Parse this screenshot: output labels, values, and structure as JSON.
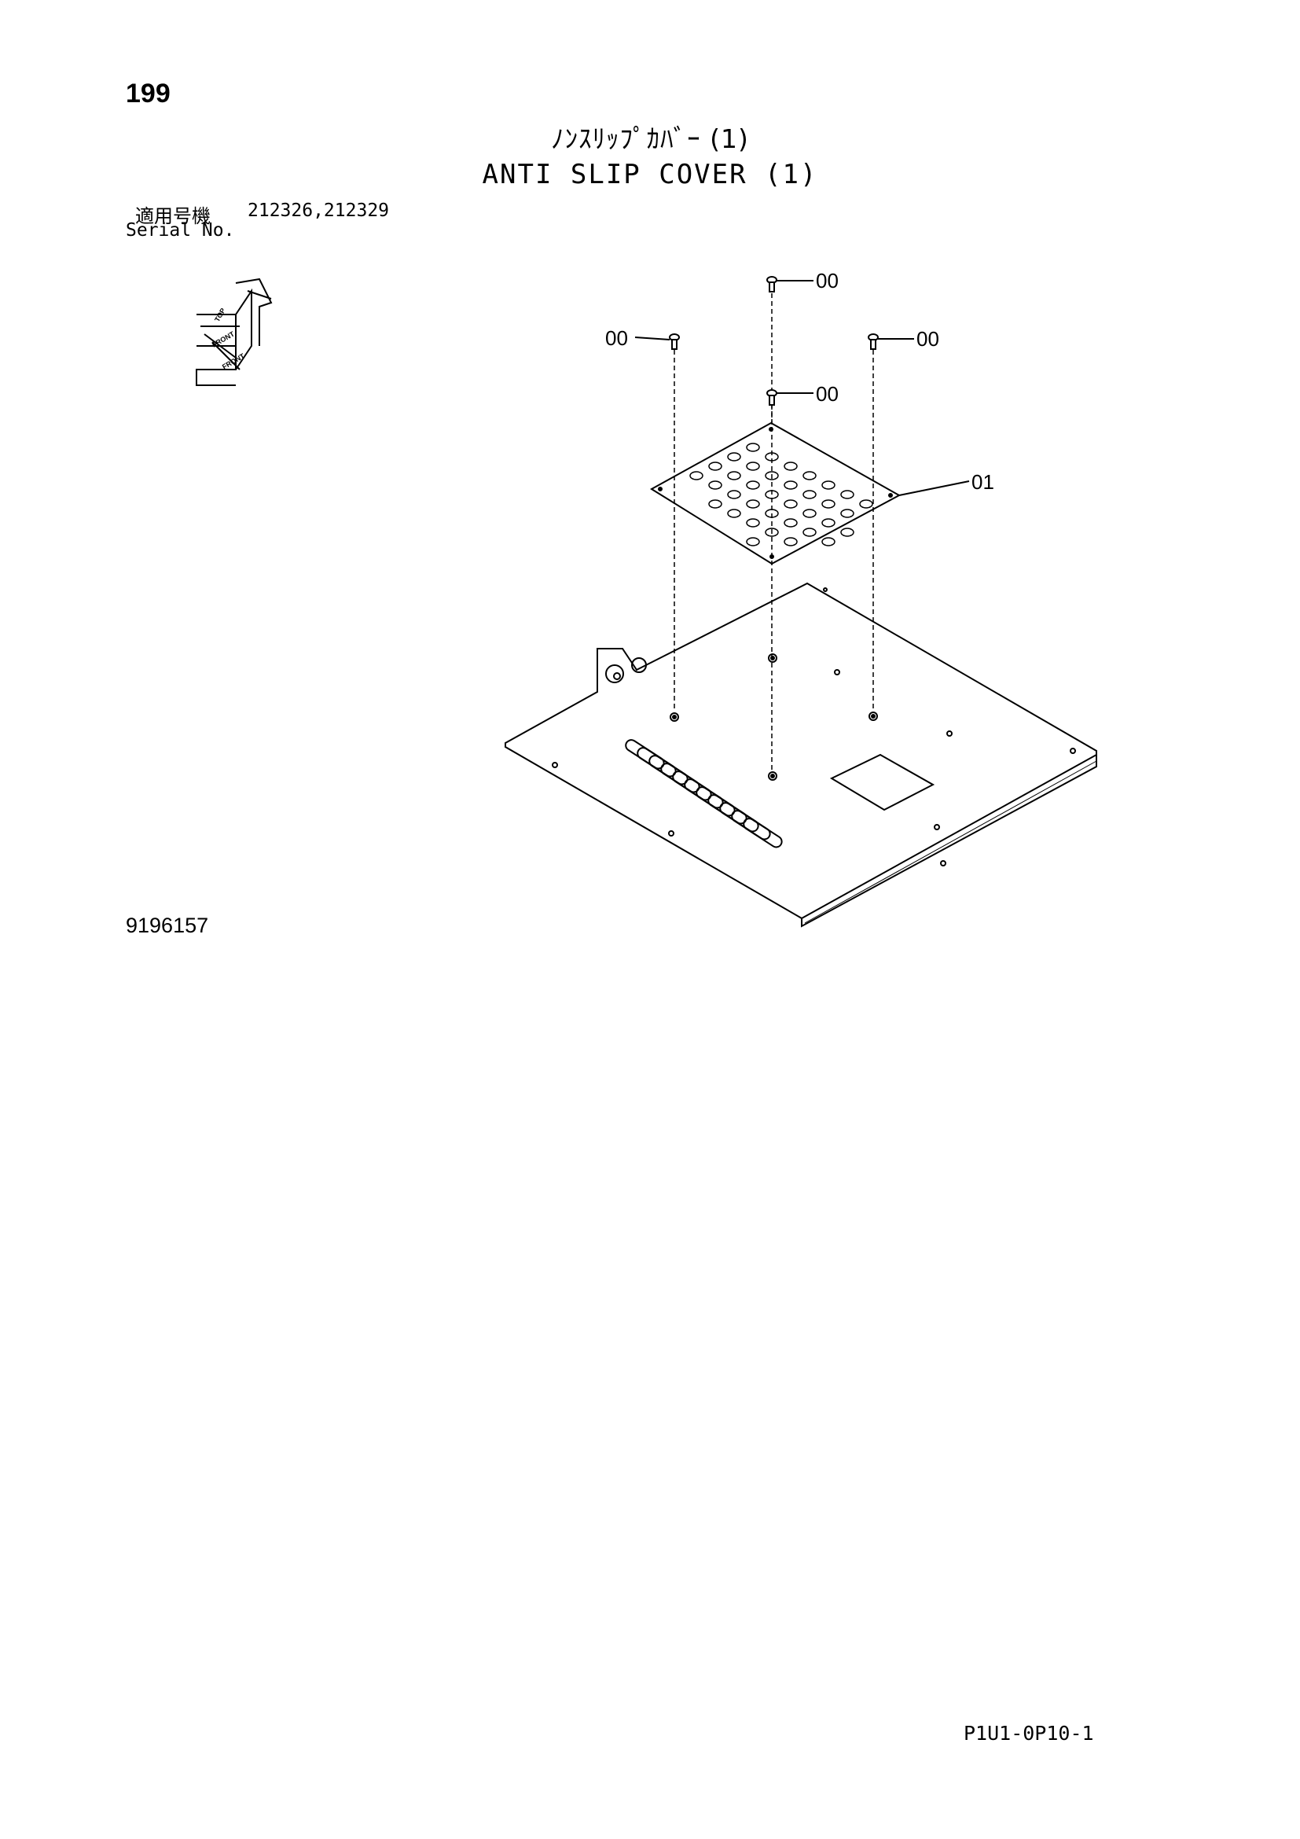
{
  "header": {
    "page_number": "199",
    "title_jp": "ﾉﾝｽﾘｯﾌﾟｶﾊﾞｰ (1)",
    "title_en": "ANTI SLIP COVER (1)"
  },
  "serial": {
    "label_jp": "適用号機",
    "label_en": "Serial No.",
    "values": "212326,212329"
  },
  "orientation_indicator": {
    "top_label": "TOP",
    "front_label": "FRONT",
    "front_label_2": "FRONT"
  },
  "callouts": {
    "bolt_top": "00",
    "bolt_left": "00",
    "bolt_right": "00",
    "bolt_center": "00",
    "plate": "01"
  },
  "footer": {
    "drawing_number": "9196157",
    "page_code": "P1U1-0P10-1"
  }
}
